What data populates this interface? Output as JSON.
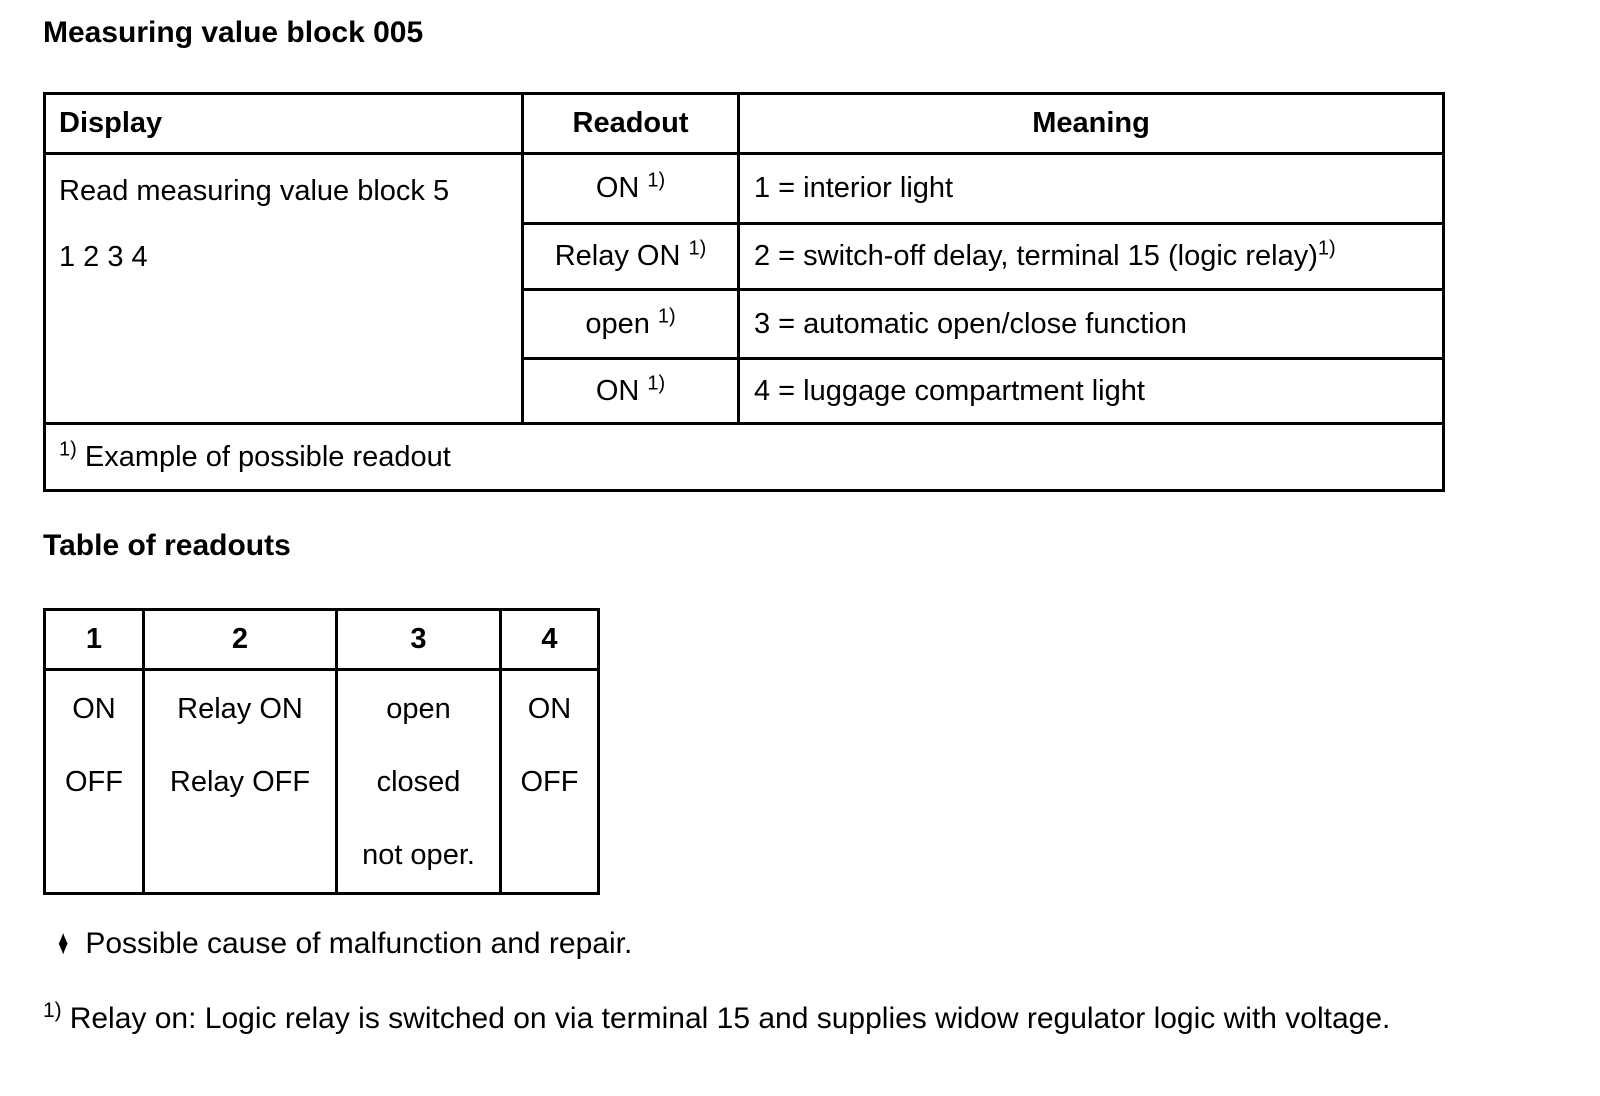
{
  "page": {
    "title": "Measuring value block 005",
    "section2_title": "Table of readouts"
  },
  "main_table": {
    "headers": {
      "display": "Display",
      "readout": "Readout",
      "meaning": "Meaning"
    },
    "display_cell": {
      "line1": "Read measuring value block 5",
      "line2": "1 2 3 4"
    },
    "rows": [
      {
        "readout": "ON",
        "readout_sup": "1)",
        "meaning": "1 = interior light",
        "meaning_sup": ""
      },
      {
        "readout": "Relay ON",
        "readout_sup": "1)",
        "meaning": "2 = switch-off delay, terminal 15 (logic relay)",
        "meaning_sup": "1)"
      },
      {
        "readout": "open",
        "readout_sup": "1)",
        "meaning": "3 = automatic open/close function",
        "meaning_sup": ""
      },
      {
        "readout": "ON",
        "readout_sup": "1)",
        "meaning": "4 = luggage compartment light",
        "meaning_sup": ""
      }
    ],
    "footnote": {
      "sup": "1)",
      "text": "Example of possible readout"
    }
  },
  "readout_table": {
    "headers": [
      "1",
      "2",
      "3",
      "4"
    ],
    "columns": [
      [
        "ON",
        "OFF"
      ],
      [
        "Relay ON",
        "Relay OFF"
      ],
      [
        "open",
        "closed",
        "not oper."
      ],
      [
        "ON",
        "OFF"
      ]
    ]
  },
  "notes": {
    "bullet_icon": "diamond",
    "bullet_text": "Possible cause of malfunction and repair.",
    "footnote_sup": "1)",
    "footnote_text": "Relay on: Logic relay is switched on via terminal 15 and supplies widow regulator logic with voltage."
  },
  "colors": {
    "text": "#000000",
    "background": "#ffffff",
    "border": "#000000"
  }
}
